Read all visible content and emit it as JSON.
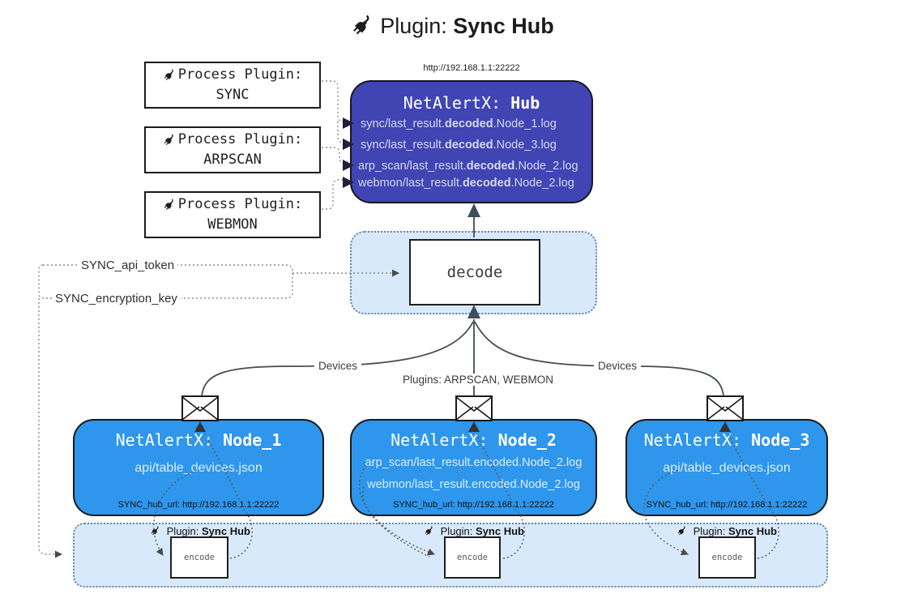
{
  "title": {
    "prefix": "Plugin:",
    "name": "Sync Hub"
  },
  "process_plugins": [
    {
      "label": "Process Plugin:",
      "name": "SYNC"
    },
    {
      "label": "Process Plugin:",
      "name": "ARPSCAN"
    },
    {
      "label": "Process Plugin:",
      "name": "WEBMON"
    }
  ],
  "hub": {
    "url": "http://192.168.1.1:22222",
    "title_prefix": "NetAlertX:",
    "title_name": "Hub",
    "logs": [
      {
        "pre": "sync/last_result.",
        "bold": "decoded",
        "post": ".Node_1.log"
      },
      {
        "pre": "sync/last_result.",
        "bold": "decoded",
        "post": ".Node_3.log"
      },
      {
        "pre": "arp_scan/last_result.",
        "bold": "decoded",
        "post": ".Node_2.log"
      },
      {
        "pre": "webmon/last_result.",
        "bold": "decoded",
        "post": ".Node_2.log"
      }
    ]
  },
  "decode": {
    "label": "decode"
  },
  "tokens": {
    "api_token": "SYNC_api_token",
    "encryption_key": "SYNC_encryption_key"
  },
  "edges": {
    "devices_left": "Devices",
    "devices_right": "Devices",
    "plugins": "Plugins: ARPSCAN, WEBMON"
  },
  "nodes": [
    {
      "title_prefix": "NetAlertX:",
      "title_name": "Node_1",
      "files": [
        "api/table_devices.json"
      ],
      "hub_url": "SYNC_hub_url: http://192.168.1.1:22222"
    },
    {
      "title_prefix": "NetAlertX:",
      "title_name": "Node_2",
      "files": [
        "arp_scan/last_result.encoded.Node_2.log",
        "webmon/last_result.encoded.Node_2.log"
      ],
      "hub_url": "SYNC_hub_url: http://192.168.1.1:22222"
    },
    {
      "title_prefix": "NetAlertX:",
      "title_name": "Node_3",
      "files": [
        "api/table_devices.json"
      ],
      "hub_url": "SYNC_hub_url: http://192.168.1.1:22222"
    }
  ],
  "encode": {
    "plugin_label": "Plugin:",
    "plugin_name": "Sync Hub",
    "box_label": "encode"
  },
  "colors": {
    "hub_bg": "#4045b3",
    "node_bg": "#2e96ec",
    "panel_bg": "#d8e9fb",
    "panel_border": "#6487a6",
    "line": "#444d52"
  }
}
